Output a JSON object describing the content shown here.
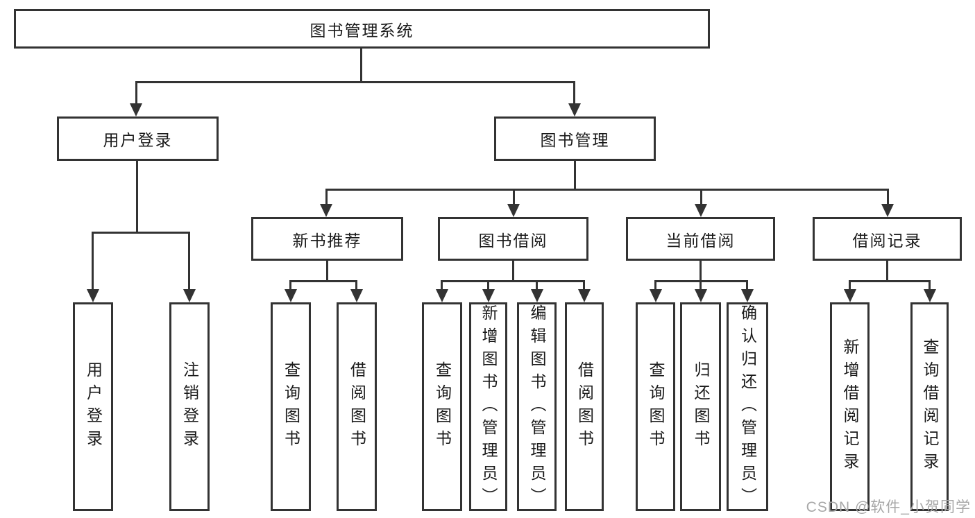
{
  "diagram": {
    "title": "图书管理系统",
    "nodes": {
      "root": "图书管理系统",
      "user_login": "用户登录",
      "book_mgmt": "图书管理",
      "new_book_rec": "新书推荐",
      "book_borrow": "图书借阅",
      "current_borrow": "当前借阅",
      "borrow_record": "借阅记录",
      "leaf_user_login": "用户登录",
      "leaf_logout": "注销登录",
      "leaf_query_book_1": "查询图书",
      "leaf_borrow_book_1": "借阅图书",
      "leaf_query_book_2": "查询图书",
      "leaf_add_book": "新增图书（管理员）",
      "leaf_edit_book": "编辑图书（管理员）",
      "leaf_borrow_book_2": "借阅图书",
      "leaf_query_book_3": "查询图书",
      "leaf_return_book": "归还图书",
      "leaf_confirm_return": "确认归还（管理员）",
      "leaf_add_borrow_record": "新增借阅记录",
      "leaf_query_borrow_record": "查询借阅记录"
    },
    "watermark": "CSDN @软件_小贺同学",
    "colors": {
      "line": "#333333",
      "text": "#1a1a1a",
      "watermark": "#a8a8a8",
      "background": "#ffffff"
    }
  }
}
